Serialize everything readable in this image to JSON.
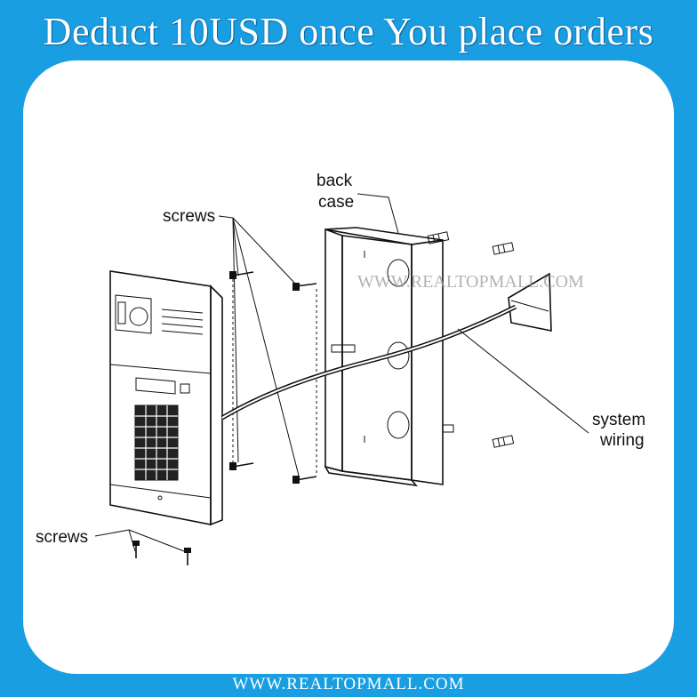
{
  "banner": {
    "text": "Deduct 10USD once You place orders"
  },
  "footer": {
    "text": "WWW.REALTOPMALL.COM"
  },
  "watermark": {
    "text": "WWW.REALTOPMALL.COM"
  },
  "labels": {
    "screws_top": "screws",
    "back_case_line1": "back",
    "back_case_line2": "case",
    "system_wiring_line1": "system",
    "system_wiring_line2": "wiring",
    "screws_bottom": "screws"
  },
  "colors": {
    "frame": "#1a9ee2",
    "panel": "#ffffff",
    "ink": "#111111"
  }
}
